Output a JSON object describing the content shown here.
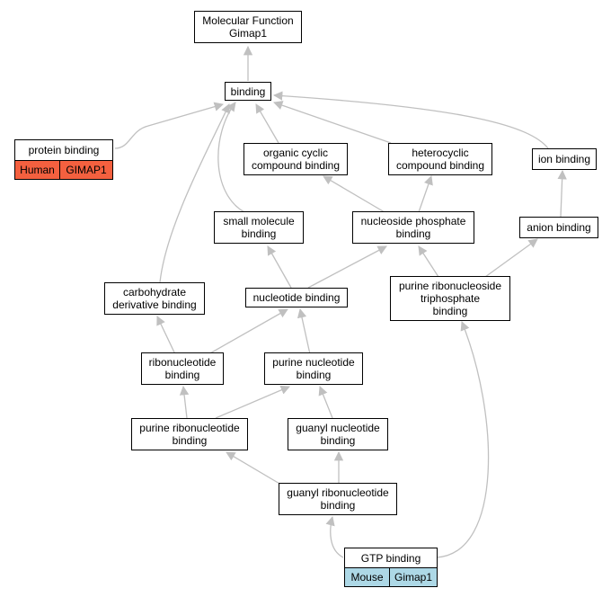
{
  "nodes": {
    "mf": [
      "Molecular Function",
      "Gimap1"
    ],
    "binding": [
      "binding"
    ],
    "protein_binding": [
      "protein binding"
    ],
    "organic_cyclic": [
      "organic cyclic",
      "compound binding"
    ],
    "heterocyclic": [
      "heterocyclic",
      "compound binding"
    ],
    "ion_binding": [
      "ion binding"
    ],
    "small_molecule": [
      "small molecule",
      "binding"
    ],
    "nucleoside_phosphate": [
      "nucleoside phosphate",
      "binding"
    ],
    "anion_binding": [
      "anion binding"
    ],
    "carbohydrate": [
      "carbohydrate",
      "derivative binding"
    ],
    "nucleotide_binding": [
      "nucleotide binding"
    ],
    "purine_ribonucleoside_tp": [
      "purine ribonucleoside",
      "triphosphate",
      "binding"
    ],
    "ribonucleotide": [
      "ribonucleotide",
      "binding"
    ],
    "purine_nucleotide": [
      "purine nucleotide",
      "binding"
    ],
    "purine_ribonucleotide": [
      "purine ribonucleotide",
      "binding"
    ],
    "guanyl_nucleotide": [
      "guanyl nucleotide",
      "binding"
    ],
    "guanyl_ribonucleotide": [
      "guanyl ribonucleotide",
      "binding"
    ],
    "gtp_binding": [
      "GTP binding"
    ]
  },
  "annotations": {
    "protein_binding": {
      "species": "Human",
      "gene": "GIMAP1",
      "color": "#f4603f"
    },
    "gtp_binding": {
      "species": "Mouse",
      "gene": "Gimap1",
      "color": "#add8e6"
    }
  },
  "colors": {
    "edge": "#c0c0c0",
    "border": "#000000"
  }
}
